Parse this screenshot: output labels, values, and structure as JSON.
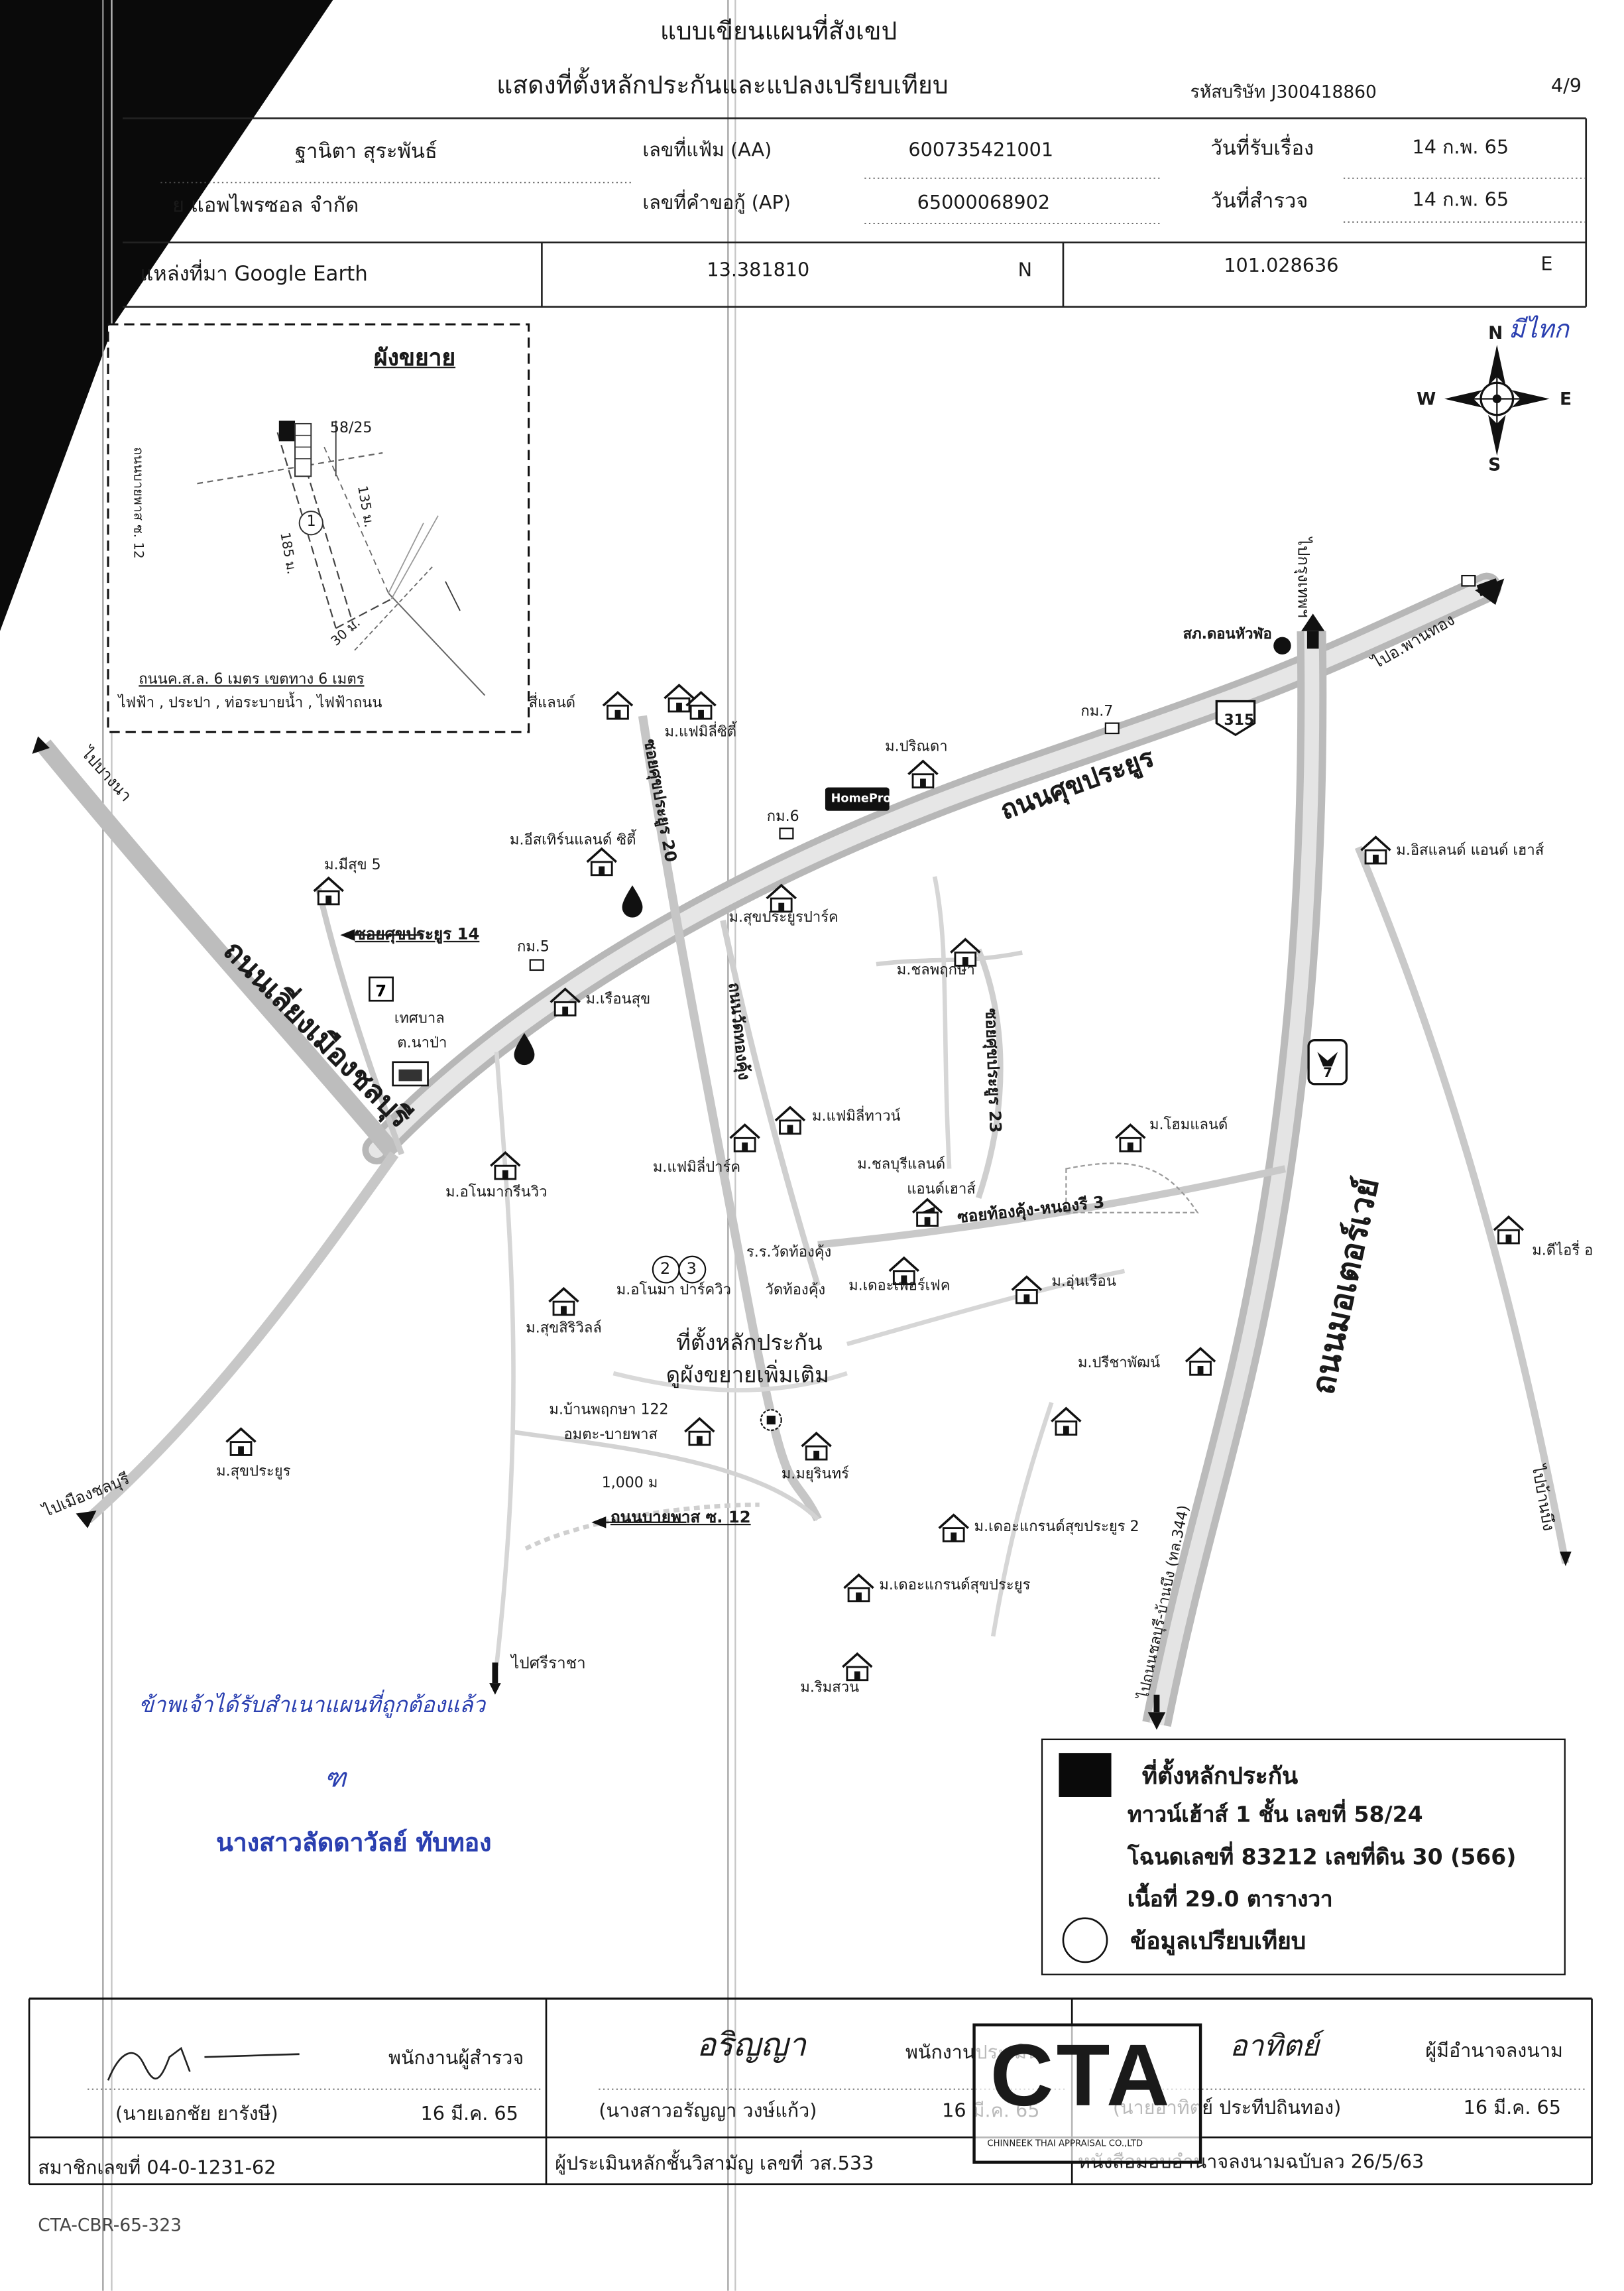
{
  "header": {
    "title": "แบบเขียนแผนที่สังเขป",
    "subtitle": "แสดงที่ตั้งหลักประกันและแปลงเปรียบเทียบ",
    "company_code": "รหัสบริษัท J300418860",
    "page": "4/9"
  },
  "info": {
    "owner": "ฐานิตา สุระพันธ์",
    "company": "ย แอพไพรซอล จำกัด",
    "file_no_label": "เลขที่แฟ้ม (AA)",
    "file_no": "600735421001",
    "loan_no_label": "เลขที่คำขอกู้ (AP)",
    "loan_no": "65000068902",
    "received_label": "วันที่รับเรื่อง",
    "received": "14 ก.พ. 65",
    "survey_label": "วันที่สำรวจ",
    "survey": "14 ก.พ. 65",
    "source": "แหล่งที่มา Google Earth",
    "lat": "13.381810",
    "lat_dir": "N",
    "lon": "101.028636",
    "lon_dir": "E"
  },
  "compass": {
    "n": "N",
    "s": "S",
    "e": "E",
    "w": "W",
    "handwritten": "มีไทก"
  },
  "inset": {
    "title": "ผังขยาย",
    "road_top_left": "ถนนบายพาส ซ. 12",
    "lot_no": "58/25",
    "dist_135": "135 ม.",
    "dist_185": "185 ม.",
    "dist_30": "30 ม.",
    "marker_1": "1",
    "road_desc": "ถนนค.ส.ล. 6 เมตร เขตทาง 6 เมตร",
    "utilities": "ไฟฟ้า , ประปา , ท่อระบายน้ำ , ไฟฟ้าถนน"
  },
  "map_labels": {
    "road_sukprayoon": "ถนนศุขประยูร",
    "road_motorway": "ถนนมอเตอร์เวย์",
    "road_bypass_chonburi": "ถนนเลี่ยงเมืองชลบุรี",
    "soi_sukprayoon_20": "ซอยศุขประยูร 20",
    "soi_sukprayoon_14": "ซอยศุขประยูร 14",
    "soi_sukprayoon_23": "ซอยศุขประยูร 23",
    "road_watthongkung": "ถนนวัดทองคุ้ง",
    "soi_thongkung": "ซอยท้องคุ้ง-หนองรี 3",
    "road_bypass_12": "ถนนบายพาส ซ. 12",
    "to_ban_bueng": "ไปถนนชลบุรี-บ้านบึง (ทล.344)",
    "to_phanthong": "ไปอ.พานทอง",
    "to_bangkok": "ไปกรุงเทพฯ",
    "to_chonburi": "ไปเมืองชลบุรี",
    "to_sriracha": "ไปศรีราชา",
    "to_ban_bueng_short": "ไปบ้านบึง",
    "to_bangna": "ไปบางนา",
    "police": "สภ.ดอนหัวฬ่อ",
    "km7": "กม.7",
    "km6": "กม.6",
    "km5": "กม.5",
    "hw315": "315",
    "hw7": "7",
    "homepro": "HomePro",
    "m_family_city": "ม.แฟมิลี่ซิตี้",
    "m_parinda": "ม.ปริณดา",
    "m_island_house": "ม.อิสแลนด์ แอนด์ เฮาส์",
    "m_eastern_land": "ม.อีสเทิร์นแลนด์ ซิตี้",
    "m_mesuk5": "ม.มีสุข 5",
    "m_sukprayoon_park": "ม.สุขประยูรปาร์ค",
    "m_chonphruksa": "ม.ชลพฤกษา",
    "m_ruensuk": "ม.เรือนสุข",
    "m_family_town": "ม.แฟมิลี่ทาวน์",
    "m_family_park": "ม.แฟมิลี่ปาร์ค",
    "m_home_land": "ม.โฮมแลนด์",
    "m_chonburi_land": "ม.ชลบุรีแลนด์",
    "m_chonburi_land2": "แอนด์เฮาส์",
    "m_anomar_green": "ม.อโนมากรีนวิว",
    "m_anoma_park": "ม.อโนมา ปาร์ควิว",
    "m_the_perfect": "ม.เดอะเพอร์เฟค",
    "m_un_ruen": "ม.อุ่นเรือน",
    "m_suksiri": "ม.สุขสิริวิลล์",
    "m_preecha": "ม.ปรีชาพัฒน์",
    "m_ban_phruksa": "ม.บ้านพฤกษา 122",
    "amata_bypass": "อมตะ-บายพาส",
    "m_sukprayoon": "ม.สุขประยูร",
    "m_mayurin": "ม.มยุรินทร์",
    "m_grand2": "ม.เดอะแกรนด์สุขประยูร 2",
    "m_grand": "ม.เดอะแกรนด์สุขประยูร",
    "m_rimsuan": "ม.ริมสวน",
    "m_d_rit": "ม.ดีไอรี่ อ",
    "school": "ร.ร.วัดท้องคุ้ง",
    "temple": "วัดท้องคุ้ง",
    "municipality": "เทศบาล",
    "municipality2": "ต.นาป่า",
    "collateral_site": "ที่ตั้งหลักประกัน",
    "see_inset": "ดูผังขยายเพิ่มเติม",
    "distance_1000": "1,000 ม",
    "marker_2": "2",
    "marker_3": "3",
    "m_island_land": "สี่แลนด์"
  },
  "legend": {
    "collateral_title": "ที่ตั้งหลักประกัน",
    "line1": "ทาวน์เฮ้าส์ 1 ชั้น เลขที่ 58/24",
    "line2": "โฉนดเลขที่ 83212 เลขที่ดิน 30 (566)",
    "line3": "เนื้อที่ 29.0 ตารางวา",
    "compare": "ข้อมูลเปรียบเทียบ"
  },
  "handwritten": {
    "note": "ข้าพเจ้าได้รับสำเนาแผนที่ถูกต้องแล้ว",
    "initial": "ฑ",
    "name": "นางสาวลัดดาวัลย์ ทับทอง"
  },
  "footer": {
    "surveyor_role": "พนักงานผู้สำรวจ",
    "surveyor_name": "(นายเอกชัย ยารังษี)",
    "surveyor_date": "16 มี.ค. 65",
    "appraiser_role": "พนักงานประเมิน",
    "appraiser_name": "(นางสาวอรัญญา วงษ์แก้ว)",
    "appraiser_date": "16 มี.ค. 65",
    "authorized_role": "ผู้มีอำนาจลงนาม",
    "authorized_name": "(นายอาทิตย์ ประทีปถินทอง)",
    "authorized_date": "16 มี.ค. 65",
    "member_no": "สมาชิกเลขที่ 04-0-1231-62",
    "appraiser_license": "ผู้ประเมินหลักชั้นวิสามัญ เลขที่ วส.533",
    "authorization_doc": "หนังสือมอบอำนาจลงนามฉบับลว 26/5/63",
    "sig_appraiser": "อริญญา",
    "sig_authorized": "อาทิตย์"
  },
  "stamp": {
    "letters": "CTA",
    "company_en": "CHINNEEK THAI APPRAISAL CO.,LTD"
  },
  "doc_code": "CTA-CBR-65-323"
}
